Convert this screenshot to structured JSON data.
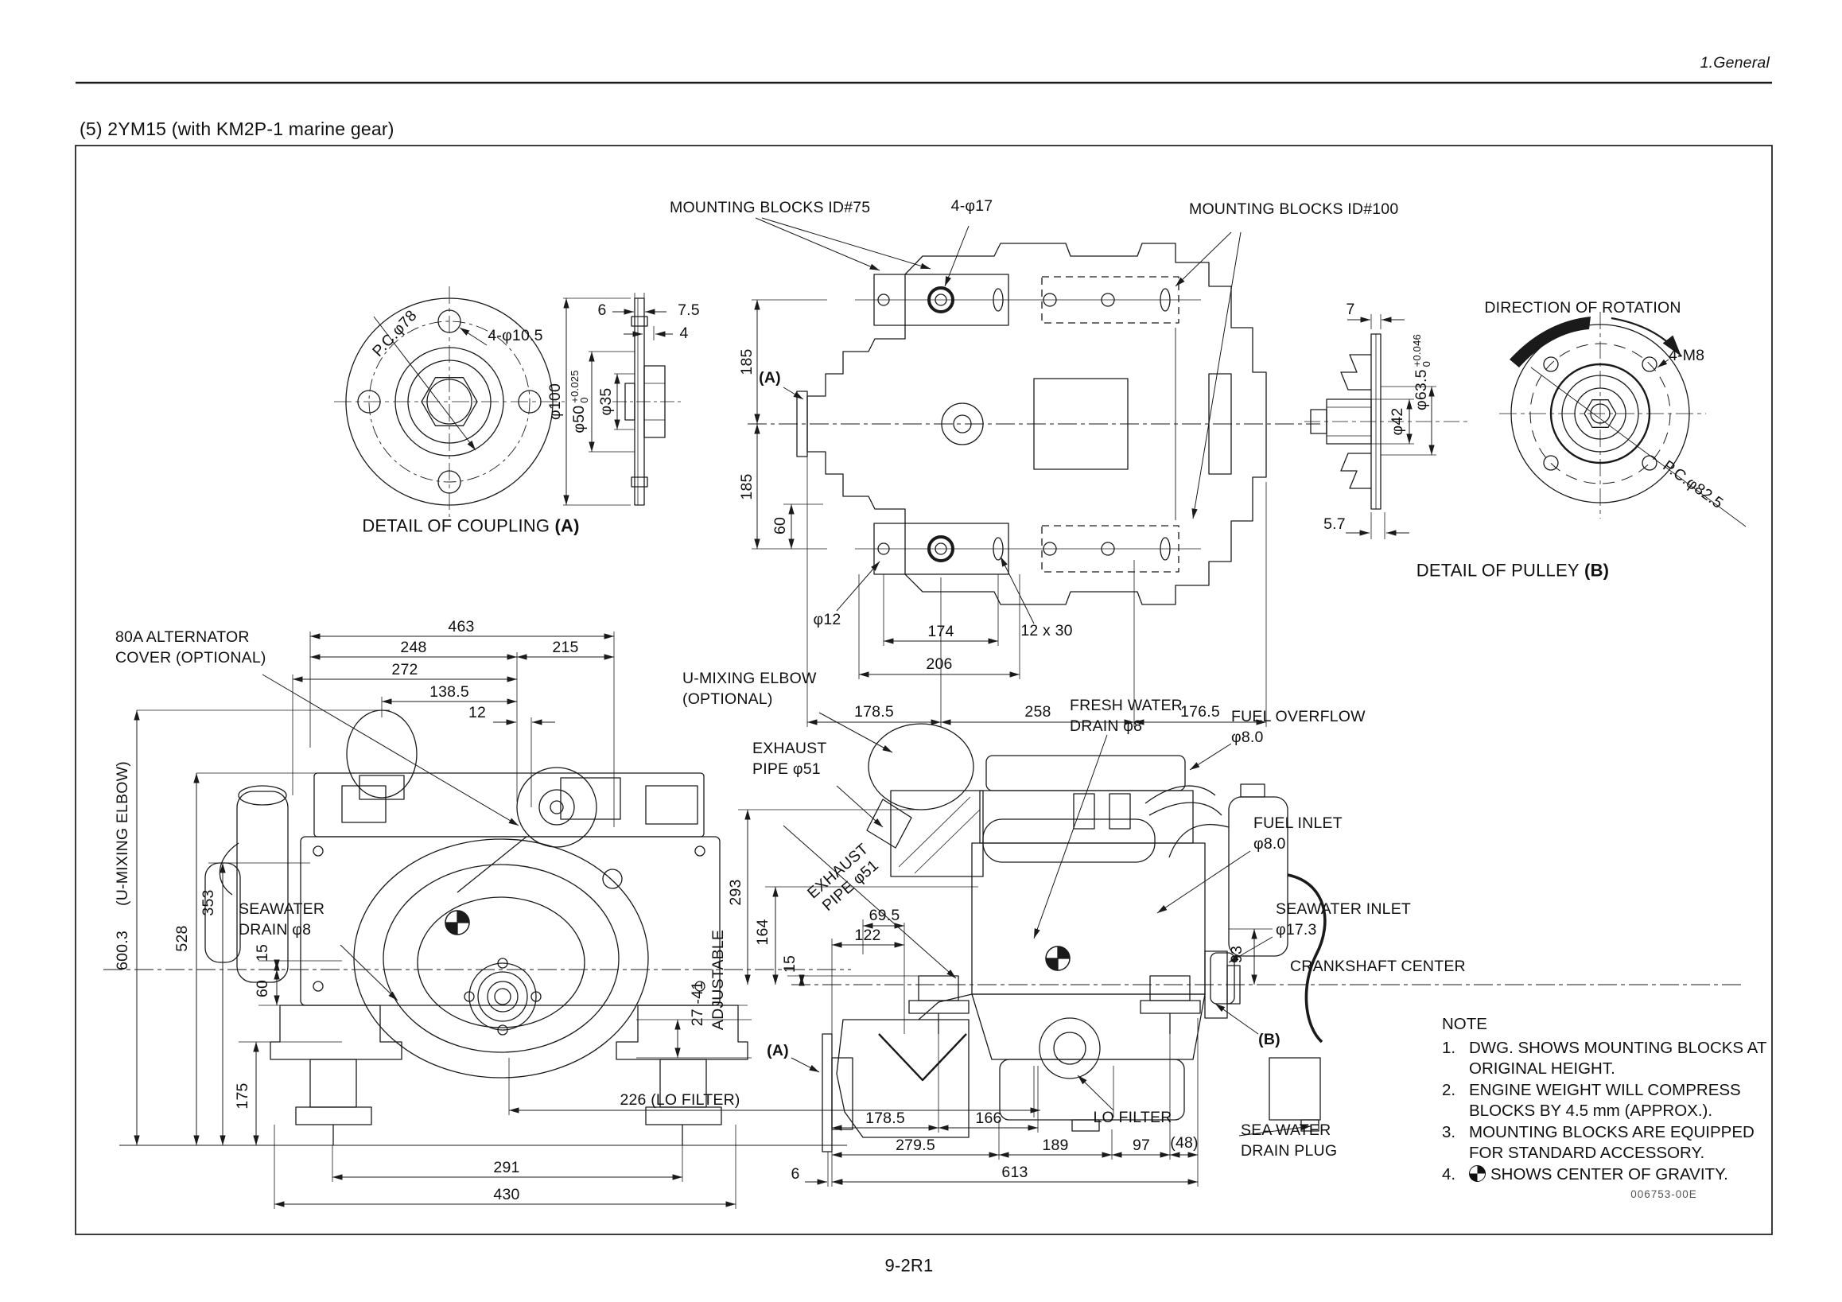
{
  "page": {
    "section_header": "1.General",
    "title": "(5)  2YM15 (with KM2P-1 marine gear)",
    "page_number": "9-2R1",
    "drawing_code": "006753-00E"
  },
  "coupling_detail": {
    "caption": "DETAIL OF COUPLING",
    "caption_ref": "(A)",
    "pc_diameter": "P.C.φ78",
    "bolt_holes": "4-φ10.5",
    "width_6": "6",
    "width_7_5": "7.5",
    "width_4": "4",
    "dia_100": "φ100",
    "dia_50": "φ50",
    "dia_50_tol_upper": "+0.025",
    "dia_50_tol_lower": "0",
    "dia_35": "φ35"
  },
  "top_view": {
    "mounting_blocks_id75": "MOUNTING BLOCKS ID#75",
    "bolt_holes": "4-φ17",
    "mounting_blocks_id100": "MOUNTING BLOCKS ID#100",
    "ref_a": "(A)",
    "dim_185_upper": "185",
    "dim_185_lower": "185",
    "dim_60": "60",
    "hole_dia": "φ12",
    "dim_174": "174",
    "slot_size": "12 x 30",
    "dim_206": "206",
    "dim_178_5": "178.5",
    "dim_258": "258",
    "dim_176_5": "176.5"
  },
  "pulley_detail": {
    "caption": "DETAIL OF PULLEY",
    "caption_ref": "(B)",
    "direction_label": "DIRECTION OF ROTATION",
    "dim_7": "7",
    "dia_63_5": "φ63.5",
    "dia_63_5_tol_upper": "+0.046",
    "dia_63_5_tol_lower": "0",
    "dia_42": "φ42",
    "dim_5_7": "5.7",
    "bolt_holes": "4-M8",
    "pc_diameter": "P.C.φ82.5"
  },
  "front_view": {
    "alternator_note_line1": "80A ALTERNATOR",
    "alternator_note_line2": "COVER (OPTIONAL)",
    "dim_463": "463",
    "dim_248": "248",
    "dim_215": "215",
    "dim_272": "272",
    "dim_138_5": "138.5",
    "dim_12": "12",
    "umixing_note": "(U-MIXING ELBOW)",
    "dim_600_3": "600.3",
    "dim_528": "528",
    "dim_353": "353",
    "dim_15": "15",
    "dim_60": "60",
    "dim_175": "175",
    "seawater_drain_line1": "SEAWATER",
    "seawater_drain_line2": "DRAIN φ8",
    "adjust_range": "27 -41",
    "adjust_label": "ADJUSTABLE",
    "dim_226": "226 (LO FILTER)",
    "dim_291": "291",
    "dim_430": "430"
  },
  "side_view": {
    "umixing_line1": "U-MIXING ELBOW",
    "umixing_line2": "(OPTIONAL)",
    "exhaust1_line1": "EXHAUST",
    "exhaust1_line2": "PIPE φ51",
    "exhaust2_line1": "EXHAUST",
    "exhaust2_line2": "PIPE φ51",
    "freshwater_line1": "FRESH WATER",
    "freshwater_line2": "DRAIN φ8",
    "fuel_overflow_line1": "FUEL OVERFLOW",
    "fuel_overflow_line2": "φ8.0",
    "fuel_inlet_line1": "FUEL INLET",
    "fuel_inlet_line2": "φ8.0",
    "seawater_inlet_line1": "SEAWATER INLET",
    "seawater_inlet_line2": "φ17.3",
    "crankshaft_center": "CRANKSHAFT CENTER",
    "dim_93": "93",
    "ref_b": "(B)",
    "ref_a": "(A)",
    "dim_293": "293",
    "dim_164": "164",
    "dim_15": "15",
    "dim_122": "122",
    "dim_69_5": "69.5",
    "lo_filter": "LO FILTER",
    "seawater_drain_plug_line1": "SEA WATER",
    "seawater_drain_plug_line2": "DRAIN PLUG",
    "dim_178_5": "178.5",
    "dim_166": "166",
    "dim_279_5": "279.5",
    "dim_189": "189",
    "dim_97": "97",
    "dim_48": "(48)",
    "dim_6": "6",
    "dim_613": "613"
  },
  "note": {
    "title": "NOTE",
    "items": [
      {
        "num": "1.",
        "lines": [
          "DWG. SHOWS MOUNTING BLOCKS AT",
          "ORIGINAL HEIGHT."
        ]
      },
      {
        "num": "2.",
        "lines": [
          "ENGINE WEIGHT WILL COMPRESS",
          "BLOCKS BY 4.5 mm (APPROX.)."
        ]
      },
      {
        "num": "3.",
        "lines": [
          "MOUNTING BLOCKS ARE EQUIPPED",
          "FOR STANDARD ACCESSORY."
        ]
      },
      {
        "num": "4.",
        "lines": [
          "SHOWS CENTER OF GRAVITY."
        ]
      }
    ]
  }
}
